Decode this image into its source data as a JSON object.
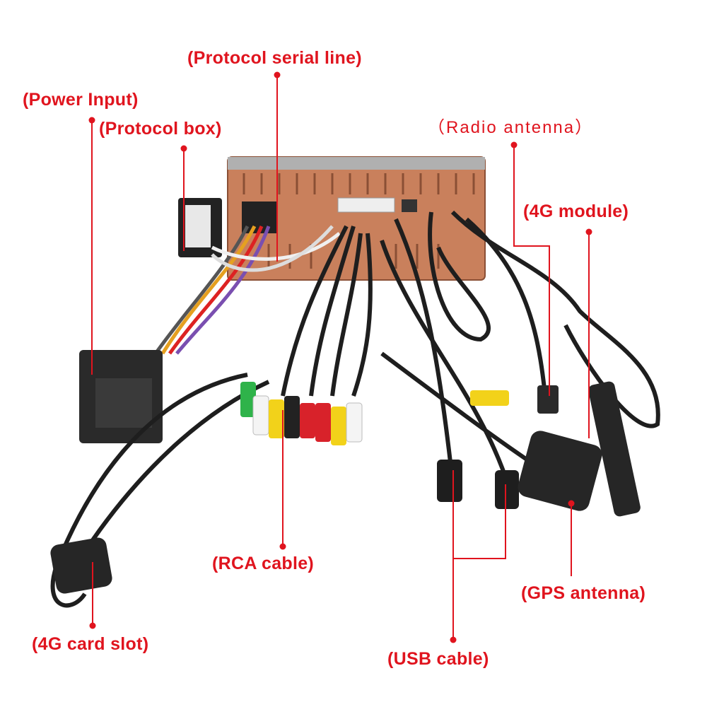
{
  "labels": {
    "protocol_serial_line": "(Protocol serial line)",
    "power_input": "(Power Input)",
    "protocol_box": "(Protocol box)",
    "radio_antenna": "（Radio antenna）",
    "module_4g": "(4G module)",
    "rca_cable": "(RCA cable)",
    "card_slot_4g": "(4G card slot)",
    "usb_cable": "(USB cable)",
    "gps_antenna": "(GPS antenna)"
  },
  "colors": {
    "label": "#e0141e",
    "unit_body": "#c9805c",
    "cable": "#1e1e1e"
  }
}
